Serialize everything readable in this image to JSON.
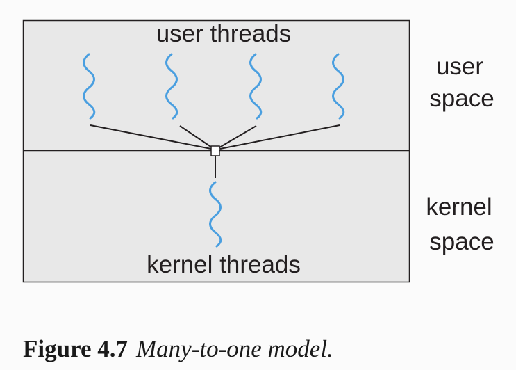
{
  "diagram": {
    "user_threads_label": "user threads",
    "kernel_threads_label": "kernel threads",
    "user_space_label_line1": "user",
    "user_space_label_line2": "space",
    "kernel_space_label_line1": "kernel",
    "kernel_space_label_line2": "space",
    "colors": {
      "region_fill": "#e8e8e8",
      "thread_wave": "#4a9fe0",
      "border": "#231f20"
    },
    "user_thread_count": 4,
    "kernel_thread_count": 1
  },
  "caption": {
    "figure_number": "Figure 4.7",
    "figure_title": "Many-to-one model."
  }
}
